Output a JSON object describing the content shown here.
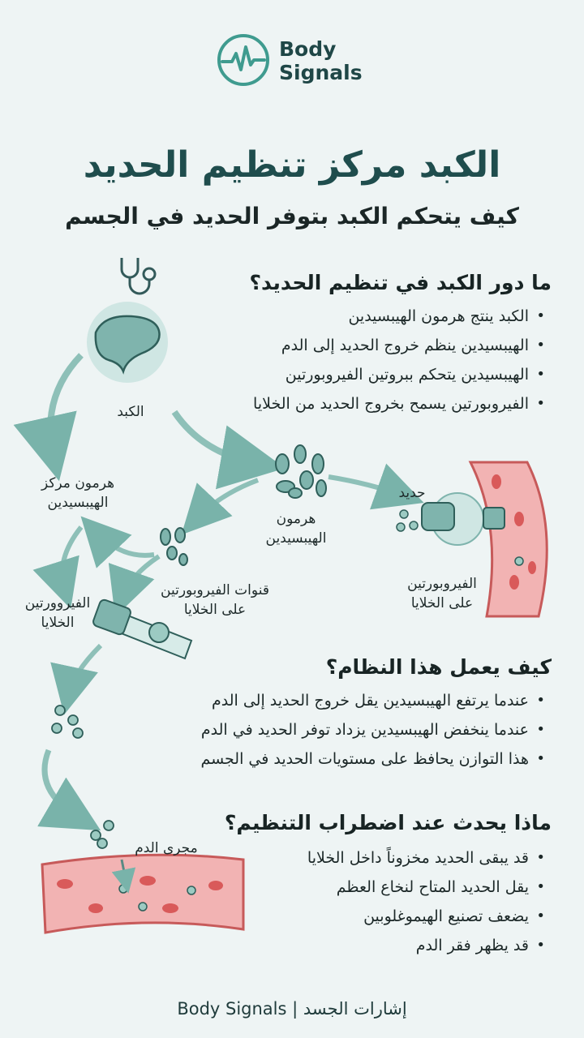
{
  "brand": {
    "line1": "Body",
    "line2": "Signals"
  },
  "title": "الكبد مركز تنظيم الحديد",
  "subtitle": "كيف يتحكم الكبد بتوفر الحديد في الجسم",
  "sections": [
    {
      "heading": "ما دور الكبد في تنظيم الحديد؟",
      "items": [
        "الكبد ينتج هرمون الهيبسيدين",
        "الهيبسيدين ينظم خروج الحديد إلى الدم",
        "الهيبسيدين يتحكم ببروتين الفيروبورتين",
        "الفيروبورتين يسمح بخروج الحديد من الخلايا"
      ]
    },
    {
      "heading": "كيف يعمل هذا النظام؟",
      "items": [
        "عندما يرتفع الهيبسيدين يقل خروج الحديد إلى الدم",
        "عندما ينخفض الهيبسيدين يزداد توفر الحديد في الدم",
        "هذا التوازن يحافظ على مستويات الحديد في الجسم"
      ]
    },
    {
      "heading": "ماذا يحدث عند اضطراب التنظيم؟",
      "items": [
        "قد يبقى الحديد مخزوناً داخل الخلايا",
        "يقل الحديد المتاح لنخاع العظم",
        "يضعف تصنيع الهيموغلوبين",
        "قد يظهر فقر الدم"
      ]
    }
  ],
  "diagram": {
    "liver": "الكبد",
    "hepcidin_center": [
      "هرمون مركز",
      "الهيبسيدين"
    ],
    "hepcidin": [
      "هرمون",
      "الهيبسيدين"
    ],
    "iron": "حديد",
    "ferroportin_cells_right": [
      "الفيروبورتين",
      "على الخلايا"
    ],
    "ferroportin_channels": [
      "قنوات الفيروبورتين",
      "على الخلايا"
    ],
    "ferroportin_cells_left": [
      "الفيروورتين",
      "الخلايا"
    ],
    "bloodstream": "مجرى الدم"
  },
  "footer": "Body Signals | إشارات الجسد"
}
